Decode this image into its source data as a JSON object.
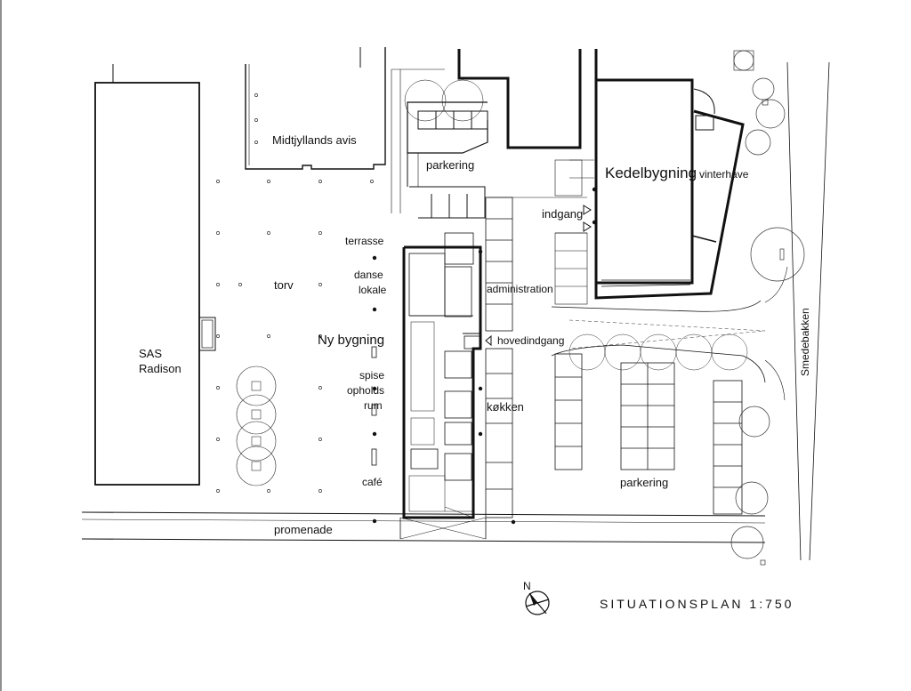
{
  "labels": {
    "midtjyllands": "Midtjyllands avis",
    "parkering_top": "parkering",
    "kedelbygning": "Kedelbygning",
    "vinterhave": "vinterhave",
    "indgang": "indgang",
    "terrasse": "terrasse",
    "danse": "danse",
    "lokale": "lokale",
    "torv": "torv",
    "administration": "administration",
    "ny_bygning": "Ny bygning",
    "hovedindgang": "hovedindgang",
    "sas": "SAS",
    "radison": "Radison",
    "spise": "spise",
    "opholds": "opholds",
    "rum": "rum",
    "kokken": "køkken",
    "cafe": "café",
    "parkering_bottom": "parkering",
    "smedebakken": "Smedebakken",
    "promenade": "promenade",
    "north": "N"
  },
  "title": "SITUATIONSPLAN 1:750"
}
